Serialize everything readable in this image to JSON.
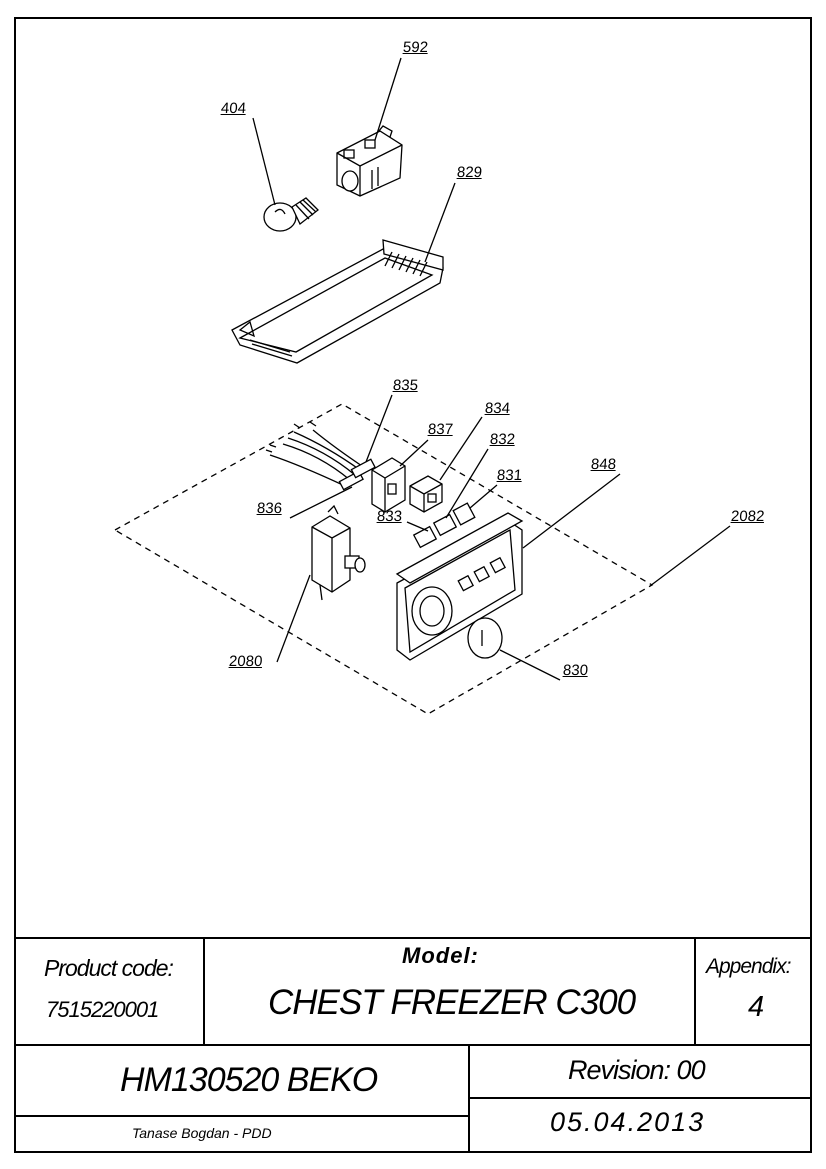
{
  "callouts": {
    "c592": "592",
    "c404": "404",
    "c829": "829",
    "c835": "835",
    "c834": "834",
    "c837": "837",
    "c832": "832",
    "c831": "831",
    "c848": "848",
    "c836": "836",
    "c833": "833",
    "c2082": "2082",
    "c2080": "2080",
    "c830": "830"
  },
  "title_block": {
    "product_code_label": "Product code:",
    "product_code_value": "7515220001",
    "model_label": "Model:",
    "model_value": "CHEST FREEZER C300",
    "appendix_label": "Appendix:",
    "appendix_value": "4",
    "document_id": "HM130520 BEKO",
    "revision": "Revision: 00",
    "author": "Tanase Bogdan - PDD",
    "date": "05.04.2013"
  },
  "icons": [
    "lamp-bulb-icon",
    "lamp-holder-icon",
    "lamp-cover-icon",
    "thermostat-icon",
    "control-panel-icon",
    "knob-icon",
    "switch-icon",
    "wire-harness-icon"
  ]
}
